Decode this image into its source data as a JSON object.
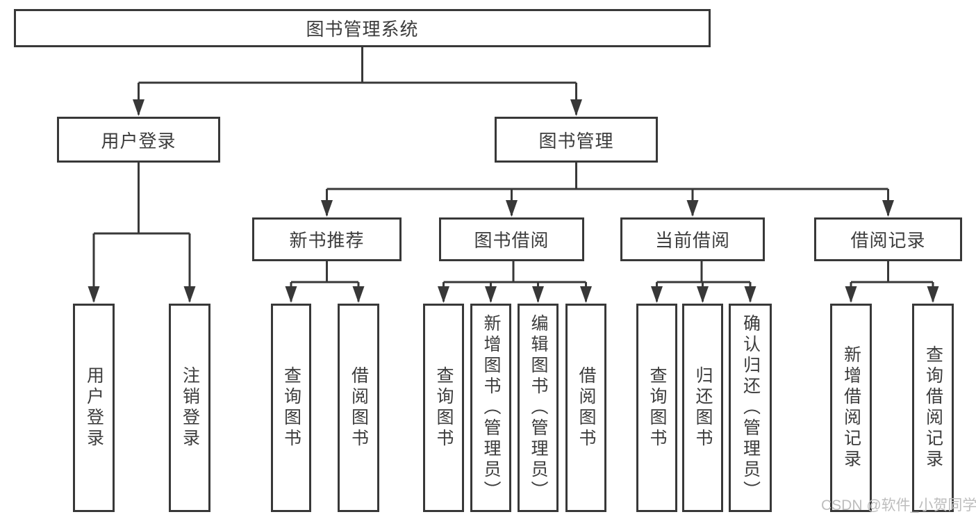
{
  "tree": {
    "label": "图书管理系统",
    "children": [
      {
        "label": "用户登录",
        "children": [
          {
            "label": "用户登录"
          },
          {
            "label": "注销登录"
          }
        ]
      },
      {
        "label": "图书管理",
        "children": [
          {
            "label": "新书推荐",
            "children": [
              {
                "label": "查询图书"
              },
              {
                "label": "借阅图书"
              }
            ]
          },
          {
            "label": "图书借阅",
            "children": [
              {
                "label": "查询图书"
              },
              {
                "label": "新增图书（管理员）"
              },
              {
                "label": "编辑图书（管理员）"
              },
              {
                "label": "借阅图书"
              }
            ]
          },
          {
            "label": "当前借阅",
            "children": [
              {
                "label": "查询图书"
              },
              {
                "label": "归还图书"
              },
              {
                "label": "确认归还（管理员）"
              }
            ]
          },
          {
            "label": "借阅记录",
            "children": [
              {
                "label": "新增借阅记录"
              },
              {
                "label": "查询借阅记录"
              }
            ]
          }
        ]
      }
    ]
  },
  "watermark": {
    "text": "CSDN @软件_小贺同学"
  },
  "colors": {
    "line": "#383838",
    "text": "#3c3c3c",
    "box_background": "#ffffff",
    "watermark": "#bdbdbd"
  }
}
